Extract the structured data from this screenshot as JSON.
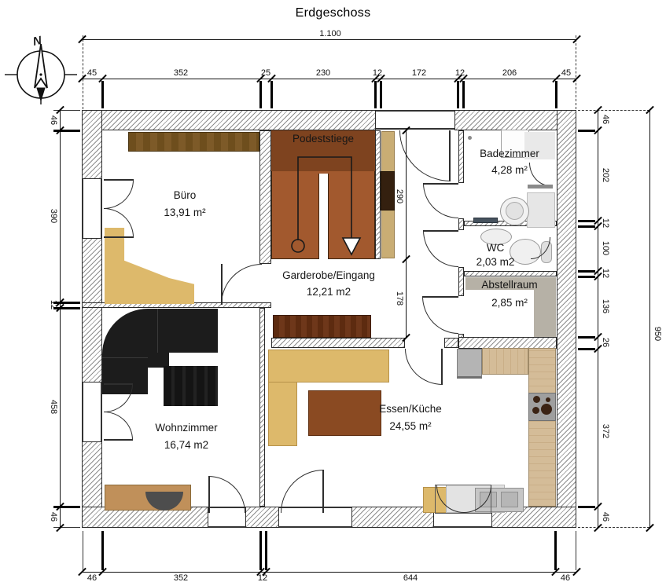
{
  "title": "Erdgeschoss",
  "compass": {
    "north_label": "N"
  },
  "rooms": {
    "buero": {
      "name": "Büro",
      "area": "13,91 m²"
    },
    "podeststiege": {
      "name": "Podeststiege"
    },
    "garderobe": {
      "name": "Garderobe/Eingang",
      "area": "12,21 m2"
    },
    "badezimmer": {
      "name": "Badezimmer",
      "area": "4,28 m²"
    },
    "wc": {
      "name": "WC",
      "area": "2,03 m2"
    },
    "abstellraum": {
      "name": "Abstellraum",
      "area": "2,85 m²"
    },
    "wohnzimmer": {
      "name": "Wohnzimmer",
      "area": "16,74 m2"
    },
    "essen_kueche": {
      "name": "Essen/Küche",
      "area": "24,55 m²"
    }
  },
  "dimensions": {
    "overall_width": "1.100",
    "overall_height": "950",
    "top_chain": [
      "45",
      "352",
      "25",
      "230",
      "12",
      "172",
      "12",
      "206",
      "45"
    ],
    "bottom_chain": [
      "46",
      "352",
      "12",
      "644",
      "46"
    ],
    "left_chain": [
      "46",
      "390",
      "12",
      "458",
      "46"
    ],
    "right_chain": [
      "46",
      "202",
      "12",
      "100",
      "12",
      "136",
      "26",
      "372",
      "46"
    ],
    "hall_segments": [
      "290",
      "178"
    ]
  },
  "colors": {
    "stair_wood": "#a2592e",
    "stair_landing": "#7e431f",
    "desk_tan": "#ddb96b",
    "shelf_brown": "#6e4e1d",
    "sofa_black": "#1c1c1c",
    "sideboard_brown": "#5d2b10",
    "kitchen_counter": "#d4bc98",
    "table_brown": "#8a4a22",
    "storage_gray": "#b6b1a6"
  }
}
